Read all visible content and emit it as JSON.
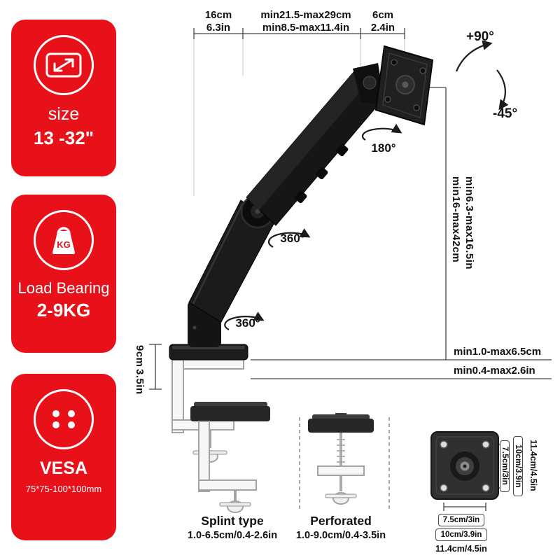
{
  "colors": {
    "accent_red": "#e8111a",
    "arm_black": "#161616",
    "line_gray": "#444444"
  },
  "badges": [
    {
      "title": "size",
      "value": "13 -32\""
    },
    {
      "title": "Load Bearing",
      "value": "2-9KG",
      "icon_text": "KG"
    },
    {
      "title": "VESA",
      "value": "75*75-100*100mm"
    }
  ],
  "top_dims": [
    {
      "cm": "16cm",
      "in": "6.3in"
    },
    {
      "cm": "min21.5-max29cm",
      "in": "min8.5-max11.4in"
    },
    {
      "cm": "6cm",
      "in": "2.4in"
    }
  ],
  "rotations": {
    "tilt_up": "+90°",
    "tilt_down": "-45°",
    "pan": "180°",
    "spin_upper": "360°",
    "spin_lower": "360°"
  },
  "height_range": {
    "cm": "min16-max42cm",
    "in": "min6.3-max16.5in"
  },
  "desk_range": {
    "cm": "min1.0-max6.5cm",
    "in": "min0.4-max2.6in"
  },
  "post_height": {
    "cm": "9cm",
    "in": "3.5in"
  },
  "clamps": [
    {
      "title": "Splint type",
      "range": "1.0-6.5cm/0.4-2.6in"
    },
    {
      "title": "Perforated",
      "range": "1.0-9.0cm/0.4-3.5in"
    }
  ],
  "plate": {
    "side": [
      "7.5cm/3in",
      "10cm/3.9in",
      "11.4cm/4.5in"
    ],
    "bottom": [
      "7.5cm/3in",
      "10cm/3.9in",
      "11.4cm/4.5in"
    ]
  }
}
